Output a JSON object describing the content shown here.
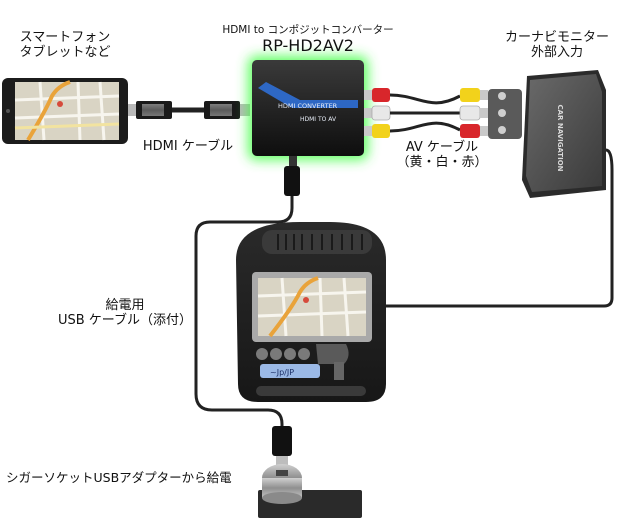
{
  "labels": {
    "phone_line1": "スマートフォン",
    "phone_line2": "タブレットなど",
    "converter_subtitle": "HDMI to コンポジットコンバーター",
    "converter_model": "RP-HD2AV2",
    "car_monitor_line1": "カーナビモニター",
    "car_monitor_line2": "外部入力",
    "hdmi_cable": "HDMI ケーブル",
    "av_cable_line1": "AV ケーブル",
    "av_cable_line2": "（黄・白・赤）",
    "usb_cable_line1": "給電用",
    "usb_cable_line2": "USB ケーブル（添付）",
    "cigar_adapter": "シガーソケットUSBアダプターから給電"
  },
  "device_text": {
    "converter_face_1": "HDMI CONVERTER",
    "converter_face_2": "HDMI TO AV",
    "car_nav_label": "CAR NAVIGATION",
    "dash_display": "~Jp/JP"
  },
  "colors": {
    "glow": "#39ff3a",
    "rca_yellow": "#f2d21b",
    "rca_white": "#e8e8e8",
    "rca_red": "#d8262b",
    "accent_blue": "#2f6fd6"
  },
  "icons": {
    "phone": "smartphone-icon",
    "converter": "converter-box-icon",
    "car_nav": "car-navigation-unit-icon",
    "dashboard": "car-dashboard-icon",
    "usb_plug": "usb-plug-icon",
    "cigar_socket": "cigar-socket-adapter-icon"
  }
}
